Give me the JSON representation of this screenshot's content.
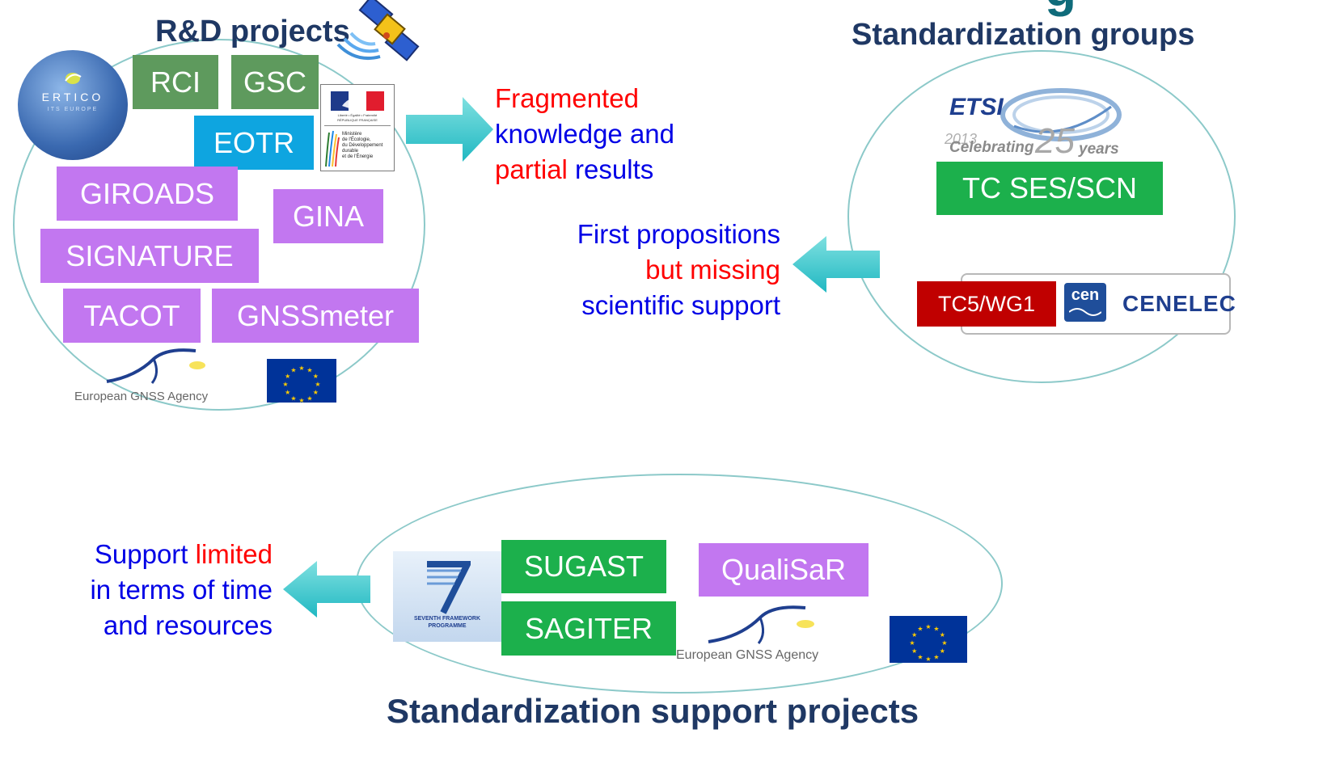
{
  "headings": {
    "rd": "R&D projects",
    "std_groups": "Standardization groups",
    "std_support": "Standardization support projects",
    "clipped_title_char": "g"
  },
  "rd_projects": [
    "RCI",
    "GSC",
    "EOTR",
    "GIROADS",
    "GINA",
    "SIGNATURE",
    "TACOT",
    "GNSSmeter"
  ],
  "std_group_items": {
    "tc_ses": "TC SES/SCN",
    "tc5": "TC5/WG1"
  },
  "support_projects": [
    "SUGAST",
    "SAGITER",
    "QualiSaR"
  ],
  "notes": {
    "fragmented": [
      {
        "text": "Fragmented",
        "color": "red"
      },
      {
        "text": "knowledge and",
        "color": "blue"
      },
      [
        {
          "text": "partial",
          "color": "red"
        },
        {
          "text": " results",
          "color": "blue"
        }
      ]
    ],
    "first_line1": "First propositions",
    "first_line2": "but missing",
    "first_line3": "scientific support",
    "support_a": "Support",
    "support_b": " limited",
    "support_line2": "in terms of time",
    "support_line3": "and resources"
  },
  "logos": {
    "ertico_main": "ERTICO",
    "ertico_sub": "ITS EUROPE",
    "gsa_1": "European GNSS Agency",
    "gsa_2": "European GNSS Agency",
    "etsi": "ETSI",
    "etsi_year": "2013",
    "etsi_celebrating": "Celebrating",
    "etsi_25": "25",
    "etsi_years": "years",
    "cen": "cen",
    "cenelec": "CENELEC",
    "fp7_1": "SEVENTH FRAMEWORK",
    "fp7_2": "PROGRAMME",
    "marianne_motto": "Liberté • Égalité • Fraternité",
    "marianne_rf": "RÉPUBLIQUE FRANÇAISE",
    "ministere_1": "Ministère",
    "ministere_2": "de l'Écologie,",
    "ministere_3": "du Développement",
    "ministere_4": "durable",
    "ministere_5": "et de l'Énergie"
  },
  "colors": {
    "heading": "#1f3864",
    "olive": "#5e9a5d",
    "cyan_box": "#0ea5e0",
    "violet": "#c277f0",
    "green": "#1cb04c",
    "dark_red": "#c00000",
    "arrow": "#3fcfcf",
    "ellipse": "#8cc9c9",
    "eu_blue": "#003399"
  }
}
